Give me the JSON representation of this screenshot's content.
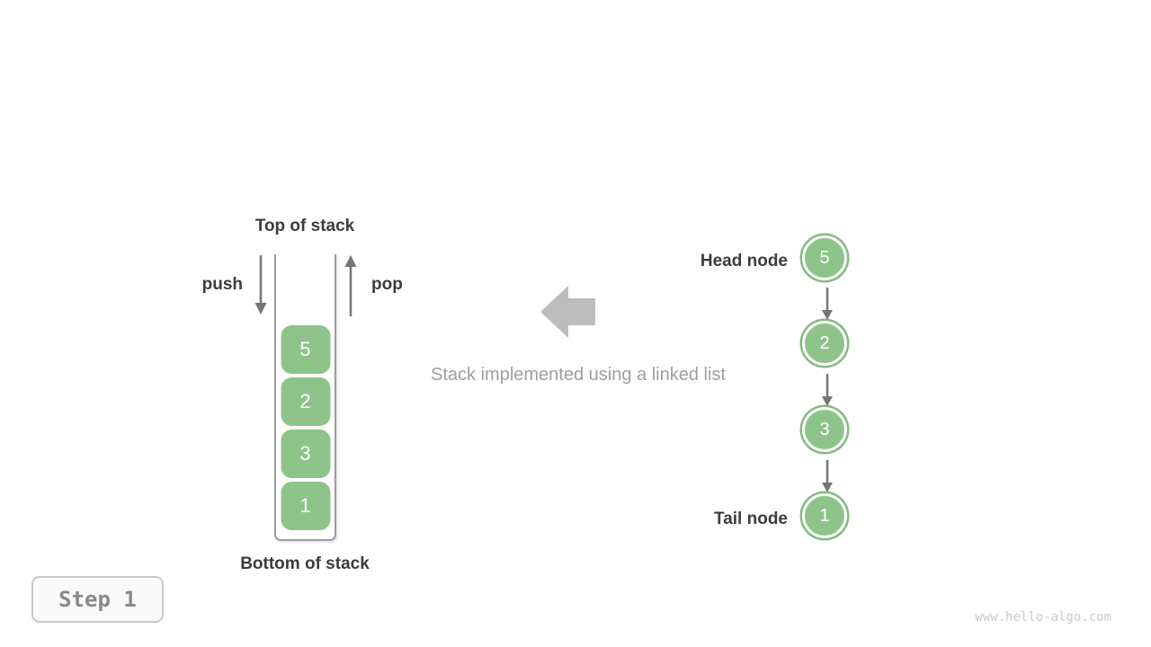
{
  "stack_diagram": {
    "top_label": "Top of stack",
    "bottom_label": "Bottom of stack",
    "push_label": "push",
    "pop_label": "pop",
    "items": [
      "5",
      "2",
      "3",
      "1"
    ]
  },
  "caption": "Stack implemented using a linked list",
  "linked_list": {
    "head_label": "Head node",
    "tail_label": "Tail node",
    "nodes": [
      "5",
      "2",
      "3",
      "1"
    ]
  },
  "step_badge": {
    "label": "Step 1"
  },
  "watermark": "www.hello-algo.com",
  "colors": {
    "node_green": "#8ec48a",
    "node_ring_green": "#82bb7c",
    "dark_text": "#3c3c3c",
    "caption_gray": "#9e9e9e",
    "small_arrow_gray": "#757575",
    "big_arrow_gray": "#bdbdbd",
    "container_border": "#9d9d9d",
    "badge_text": "#8a8a8a",
    "watermark_text": "#c9c9c9"
  }
}
